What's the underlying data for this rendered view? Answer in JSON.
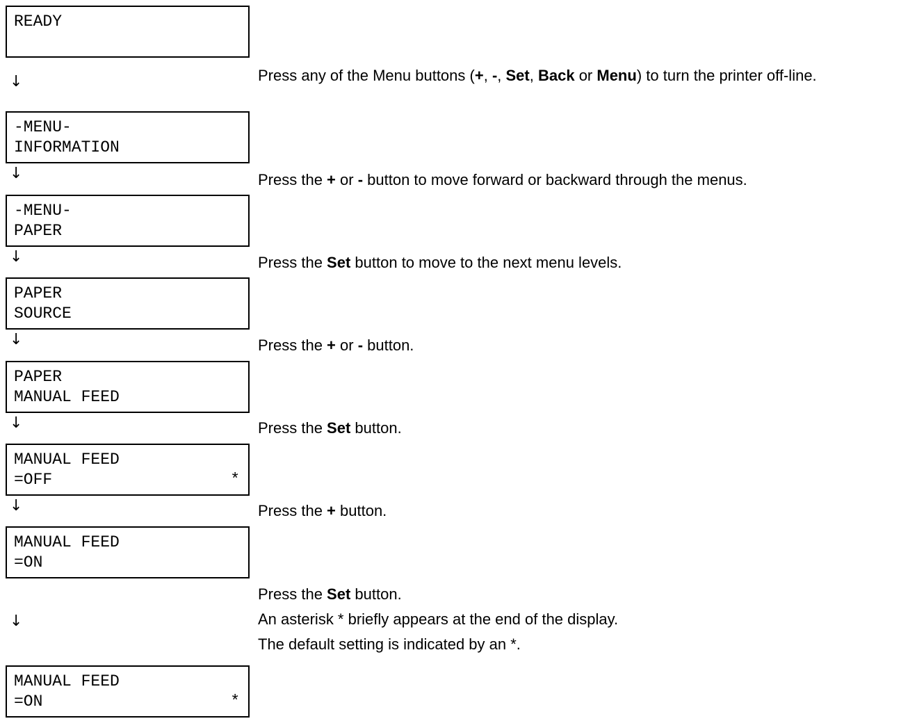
{
  "displays": [
    {
      "line1": "READY",
      "line2": "",
      "star": ""
    },
    {
      "line1": "-MENU-",
      "line2": "INFORMATION",
      "star": ""
    },
    {
      "line1": "-MENU-",
      "line2": "PAPER",
      "star": ""
    },
    {
      "line1": "PAPER",
      "line2": "SOURCE",
      "star": ""
    },
    {
      "line1": "PAPER",
      "line2": "MANUAL FEED",
      "star": ""
    },
    {
      "line1": "MANUAL FEED",
      "line2": "=OFF",
      "star": "*"
    },
    {
      "line1": "MANUAL FEED",
      "line2": "=ON",
      "star": ""
    },
    {
      "line1": "MANUAL FEED",
      "line2": "=ON",
      "star": "*"
    }
  ],
  "arrow": "↓",
  "instructions": {
    "step1": {
      "t1": "Press any of the Menu buttons (",
      "b1": "+",
      "t2": ", ",
      "b2": "-",
      "t3": ", ",
      "b3": "Set",
      "t4": ", ",
      "b4": "Back",
      "t5": " or ",
      "b5": "Menu",
      "t6": ") to turn the printer off-line."
    },
    "step2": {
      "t1": "Press the ",
      "b1": "+",
      "t2": " or ",
      "b2": "-",
      "t3": " button to move forward or backward through the menus."
    },
    "step3": {
      "t1": "Press the ",
      "b1": "Set",
      "t2": " button to move to the next menu levels."
    },
    "step4": {
      "t1": "Press the ",
      "b1": "+",
      "t2": " or ",
      "b2": "-",
      "t3": " button."
    },
    "step5": {
      "t1": "Press the ",
      "b1": "Set",
      "t2": " button."
    },
    "step6": {
      "t1": "Press the ",
      "b1": "+",
      "t2": " button."
    },
    "step7": {
      "t1": "Press the ",
      "b1": "Set",
      "t2": " button.",
      "line2": "An asterisk * briefly appears at the end of the display.",
      "line3": "The default setting is indicated by an *."
    }
  }
}
